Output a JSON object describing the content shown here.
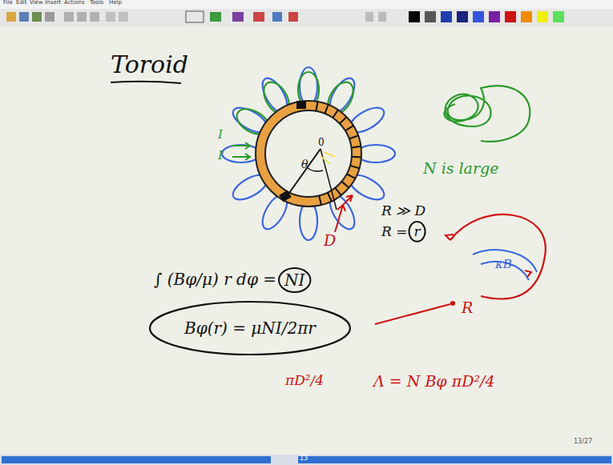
{
  "diagram": {
    "nodes": [
      {
        "text": [
          "Bφ(r) = μNI/2πr"
        ]
      }
    ],
    "labels": [
      "File",
      "Edit",
      "View",
      "Insert",
      "Actions",
      "Tools",
      "Help",
      "Toroid",
      "I",
      "I",
      "0",
      "θ",
      "D",
      "N is large",
      "R ≫ D",
      "R =",
      "r",
      "∫ (Bφ/μ) r dφ =",
      "NI",
      "R",
      "κB",
      "πD²/4",
      "Λ = N Bφ πD²/4",
      "13",
      "13/27"
    ]
  }
}
